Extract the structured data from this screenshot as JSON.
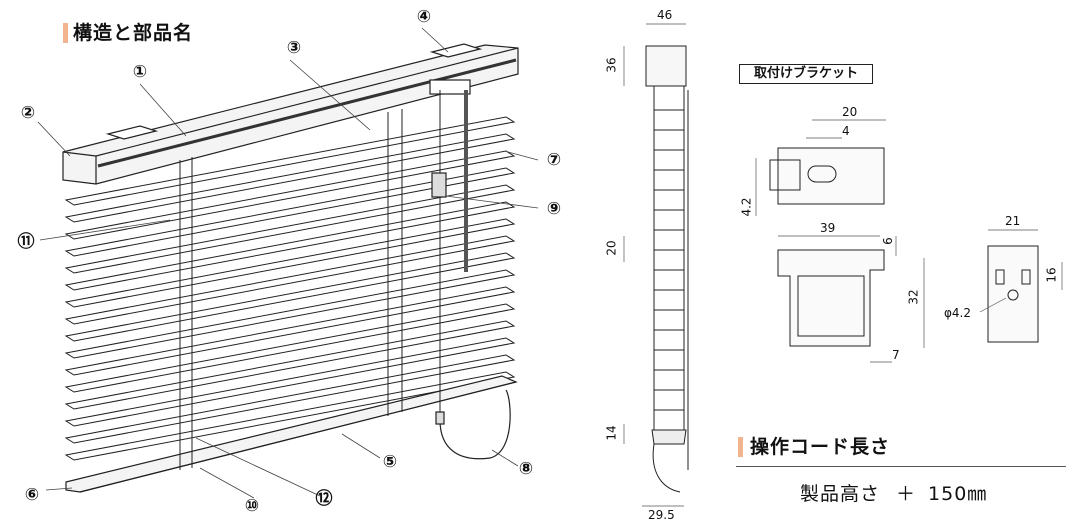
{
  "sections": {
    "parts_title": "構造と部品名",
    "bracket_title": "取付けブラケット",
    "cord_title": "操作コード長さ"
  },
  "cord_formula": {
    "left": "製品高さ",
    "operator": "＋",
    "right": "150㎜"
  },
  "part_numbers": [
    "①",
    "②",
    "③",
    "④",
    "⑤",
    "⑥",
    "⑦",
    "⑧",
    "⑨",
    "⑩",
    "⑪",
    "⑫"
  ],
  "side_view_dimensions": [
    "46",
    "36",
    "20",
    "14",
    "29.5"
  ],
  "bracket_dimensions": {
    "top": [
      "20",
      "4",
      "4.2"
    ],
    "side": [
      "39",
      "6",
      "32",
      "7"
    ],
    "plate": [
      "21",
      "16",
      "φ4.2"
    ]
  },
  "colors": {
    "title_accent": "#f2b48e",
    "line": "#222222"
  }
}
